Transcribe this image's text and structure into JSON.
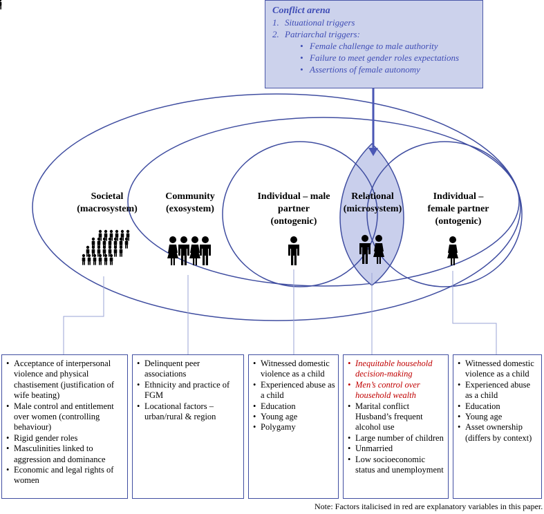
{
  "conflict_arena": {
    "title": "Conflict arena",
    "triggers": [
      {
        "num": "1.",
        "label": "Situational triggers"
      },
      {
        "num": "2.",
        "label": "Patriarchal triggers:"
      }
    ],
    "patriarchal_items": [
      "Female challenge to male authority",
      "Failure to meet gender roles expectations",
      "Assertions of female autonomy"
    ]
  },
  "levels": {
    "societal": {
      "line1": "Societal",
      "line2": "(macrosystem)"
    },
    "community": {
      "line1": "Community",
      "line2": "(exosystem)"
    },
    "male": {
      "line1": "Individual – male",
      "line2": "partner",
      "line3": "(ontogenic)"
    },
    "relational": {
      "line1": "Relational",
      "line2": "(microsystem)"
    },
    "female": {
      "line1": "Individual –",
      "line2": "female partner",
      "line3": "(ontogenic)"
    }
  },
  "factors": {
    "societal": [
      "Acceptance of interpersonal violence and physical chastisement (justification of wife beating)",
      "Male control and entitlement over women (controlling behaviour)",
      "Rigid gender roles",
      "Masculinities linked to aggression and dominance",
      "Economic and legal rights of women"
    ],
    "community": [
      "Delinquent peer associations",
      "Ethnicity and practice of FGM",
      "Locational factors – urban/rural & region"
    ],
    "male": [
      "Witnessed domestic violence as a child",
      "Experienced abuse as a child",
      "Education",
      "Young age",
      "Polygamy"
    ],
    "relational_red": [
      "Inequitable household decision-making",
      "Men’s control over household wealth"
    ],
    "relational": [
      "Marital conflict Husband’s frequent alcohol use",
      "Large number of children",
      "Unmarried",
      "Low socioeconomic status and unemployment"
    ],
    "female": [
      "Witnessed domestic violence as a child",
      "Experienced abuse as a child",
      "Education",
      "Young age",
      "Asset ownership (differs by context)"
    ]
  },
  "note": "Note: Factors italicised in red are explanatory variables in this paper.",
  "colors": {
    "outline": "#3f4da0",
    "conflict_fill": "#ccd2ec",
    "conflict_text": "#3f4db5",
    "relational_fill": "#c9cfec",
    "explanatory_red": "#c00000",
    "connector": "#9aa3d6"
  }
}
